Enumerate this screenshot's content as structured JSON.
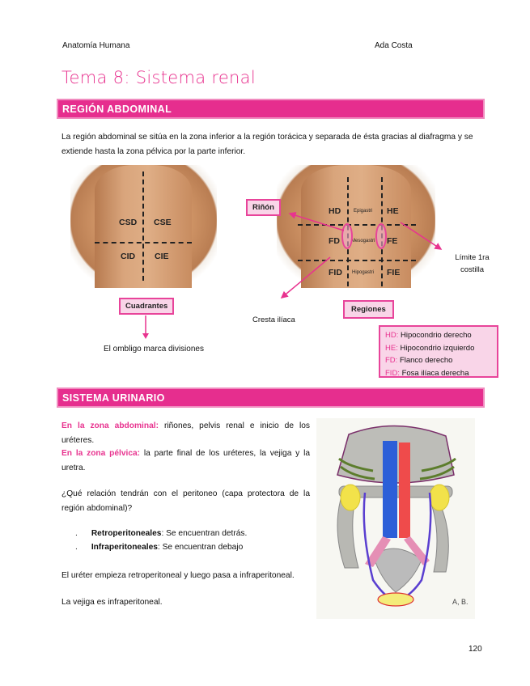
{
  "header": {
    "left": "Anatomía Humana",
    "right": "Ada Costa"
  },
  "title": "Tema 8: Sistema renal",
  "section1": {
    "heading": "REGIÓN ABDOMINAL",
    "intro": "La región abdominal se sitúa en la zona inferior a la región torácica y separada de ésta gracias al diafragma y se extiende hasta la zona pélvica por la parte inferior.",
    "quadrants": {
      "labels": [
        "CSD",
        "CSE",
        "CID",
        "CIE"
      ],
      "box": "Cuadrantes",
      "note": "El ombligo marca divisiones"
    },
    "regions": {
      "labels": [
        "HD",
        "Epigastri",
        "HE",
        "FD",
        "Mesogastri",
        "FE",
        "FID",
        "Hipogastri",
        "FIE"
      ],
      "box": "Regiones",
      "kidney": "Riñón",
      "rib": "Límite 1ra costilla",
      "iliac": "Cresta ilíaca"
    },
    "legend": [
      {
        "abbr": "HD:",
        "text": "Hipocondrio derecho"
      },
      {
        "abbr": "HE:",
        "text": "Hipocondrio izquierdo"
      },
      {
        "abbr": "FD:",
        "text": "Flanco derecho"
      },
      {
        "abbr": "FID:",
        "text": "Fosa ilíaca derecha"
      }
    ]
  },
  "section2": {
    "heading": "SISTEMA URINARIO",
    "abdominal_label": "En la zona abdominal:",
    "abdominal_text": " riñones, pelvis renal e inicio de los uréteres.",
    "pelvic_label": "En la zona pélvica:",
    "pelvic_text": " la parte final de los uréteres, la vejiga y la uretra.",
    "question": "¿Qué relación tendrán con el peritoneo (capa protectora de la región abdominal)?",
    "bullets": [
      {
        "term": "Retroperitoneales",
        "text": ": Se encuentran detrás."
      },
      {
        "term": "Infraperitoneales",
        "text": ": Se encuentran debajo"
      }
    ],
    "p1": "El uréter empieza retroperitoneal y luego pasa a infraperitoneal.",
    "p2": "La vejiga es infraperitoneal.",
    "figure_mark": "A, B."
  },
  "page_number": "120",
  "colors": {
    "accent": "#e62e8e",
    "box_fill": "#f9d5e8"
  }
}
